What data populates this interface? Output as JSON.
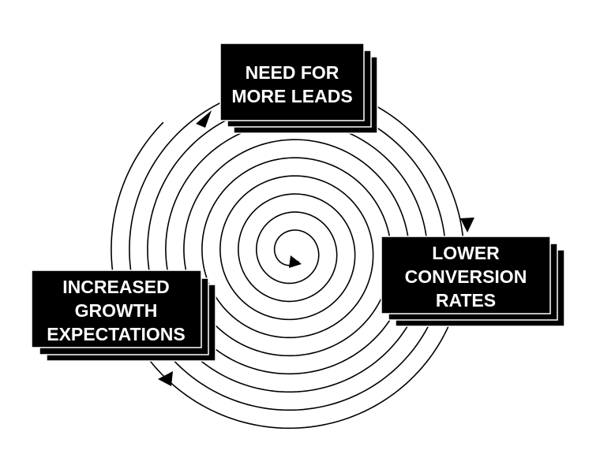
{
  "diagram": {
    "title": "",
    "stages": [
      {
        "id": "leads",
        "lines": [
          "NEED FOR",
          "MORE LEADS"
        ]
      },
      {
        "id": "conversion",
        "lines": [
          "LOWER",
          "CONVERSION",
          "RATES"
        ]
      },
      {
        "id": "growth",
        "lines": [
          "INCREASED",
          "GROWTH",
          "EXPECTATIONS"
        ]
      }
    ],
    "colors": {
      "box": "#000000",
      "box_outline": "#ffffff",
      "text": "#ffffff",
      "spiral": "#000000",
      "background": "#ffffff"
    },
    "icons": [
      "arrow-head-icon"
    ]
  }
}
